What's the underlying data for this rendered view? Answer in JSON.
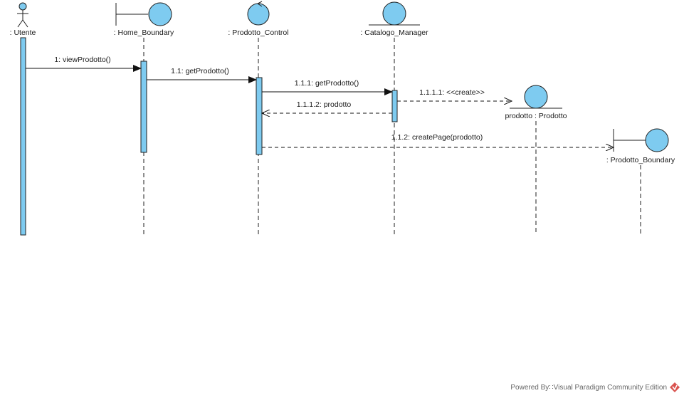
{
  "participants": {
    "utente": ": Utente",
    "home_boundary": ": Home_Boundary",
    "prodotto_control": ": Prodotto_Control",
    "catalogo_manager": ": Catalogo_Manager",
    "prodotto": "prodotto : Prodotto",
    "prodotto_boundary": ": Prodotto_Boundary"
  },
  "messages": {
    "m1": "1: viewProdotto()",
    "m1_1": "1.1: getProdotto()",
    "m1_1_1": "1.1.1: getProdotto()",
    "m1_1_1_1": "1.1.1.1: <<create>>",
    "m1_1_1_2": "1.1.1.2: prodotto",
    "m1_1_2": "1.1.2: createPage(prodotto)"
  },
  "footer": {
    "text": "Powered By∷Visual Paradigm Community Edition"
  },
  "colors": {
    "fill": "#7ecbf0",
    "stroke": "#1f1f1f",
    "logo": "#d9534f"
  }
}
